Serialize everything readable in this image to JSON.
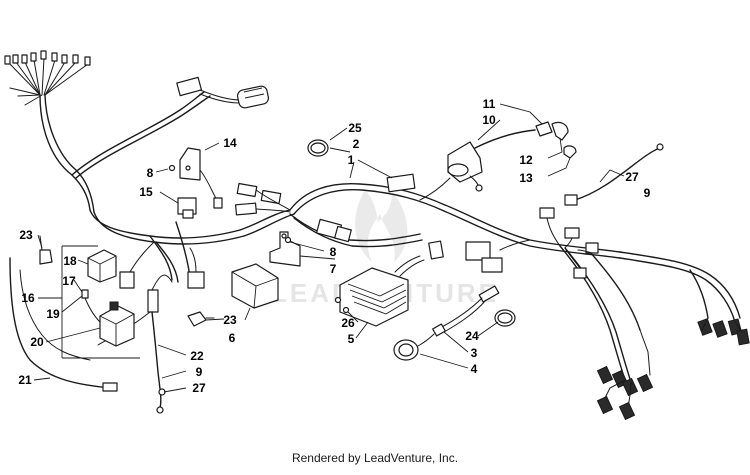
{
  "footer": {
    "text": "Rendered by LeadVenture, Inc."
  },
  "watermark": {
    "text": "LEADVENTURE",
    "color": "#cfcfcf"
  },
  "callouts": {
    "c1": "1",
    "c2": "2",
    "c3": "3",
    "c4": "4",
    "c5": "5",
    "c6": "6",
    "c7": "7",
    "c8a": "8",
    "c8b": "8",
    "c9a": "9",
    "c9b": "9",
    "c10": "10",
    "c11": "11",
    "c12": "12",
    "c13": "13",
    "c14": "14",
    "c15": "15",
    "c16": "16",
    "c17": "17",
    "c18": "18",
    "c19": "19",
    "c20": "20",
    "c21": "21",
    "c22": "22",
    "c23a": "23",
    "c23b": "23",
    "c24": "24",
    "c25": "25",
    "c26": "26",
    "c27a": "27",
    "c27b": "27"
  }
}
